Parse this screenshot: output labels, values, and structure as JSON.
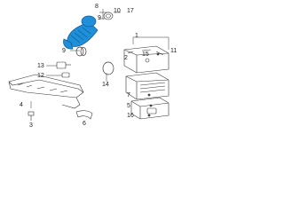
{
  "callouts": {
    "c8": "8",
    "c10": "10",
    "c17": "17",
    "c9": "9",
    "c1": "1",
    "c11": "11",
    "c2": "2",
    "c13": "13",
    "c12": "12",
    "c15": "15",
    "c14": "14",
    "c4": "4",
    "c3": "3",
    "c6": "6",
    "c7": "7",
    "c5": "5",
    "c16": "16"
  },
  "colors": {
    "highlight": "#1e8fd8",
    "line": "#333333"
  }
}
